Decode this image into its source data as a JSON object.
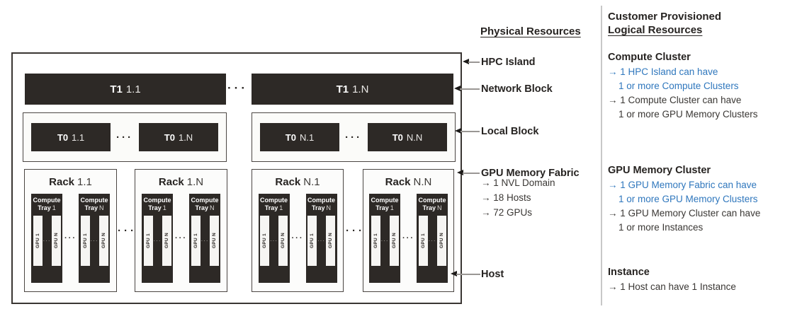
{
  "palette": {
    "box_dark": "#2d2926",
    "accent_blue": "#2f77bd",
    "text_dark": "#262321",
    "arrow_line_gray": "#9a9794",
    "divider_gray": "#c8c8c8",
    "rack_bg": "#fcfcfb"
  },
  "headings": {
    "physical": "Physical Resources",
    "logical_line1": "Customer Provisioned",
    "logical_line2": "Logical Resources"
  },
  "island": {
    "dots": "···",
    "t1": [
      {
        "prefix": "T1",
        "id": "1.1"
      },
      {
        "prefix": "T1",
        "id": "1.N"
      }
    ],
    "t0": [
      {
        "prefix": "T0",
        "id": "1.1"
      },
      {
        "prefix": "T0",
        "id": "1.N"
      },
      {
        "prefix": "T0",
        "id": "N.1"
      },
      {
        "prefix": "T0",
        "id": "N.N"
      }
    ],
    "racks": [
      {
        "prefix": "Rack",
        "id": "1.1"
      },
      {
        "prefix": "Rack",
        "id": "1.N"
      },
      {
        "prefix": "Rack",
        "id": "N.1"
      },
      {
        "prefix": "Rack",
        "id": "N.N"
      }
    ],
    "tray": {
      "line1": "Compute",
      "line2_prefix": "Tray",
      "tray1_id": "1",
      "trayN_id": "N",
      "gpu1": "GPU 1",
      "gpuN": "GPU N"
    }
  },
  "physical_labels": {
    "hpc_island": "HPC Island",
    "network_block": "Network Block",
    "local_block": "Local Block",
    "gpu_memory_fabric": "GPU Memory Fabric",
    "gpu_fabric_bullets": [
      "→ 1 NVL Domain",
      "→ 18 Hosts",
      "→ 72 GPUs"
    ],
    "host": "Host"
  },
  "logical": {
    "compute_cluster": {
      "title": "Compute Cluster",
      "lines": [
        {
          "text": "→ 1 HPC Island can have"
        },
        {
          "text": "1 or more Compute Clusters"
        },
        {
          "text": "→ 1 Compute Cluster can have"
        },
        {
          "text": "1 or more GPU Memory Clusters"
        }
      ]
    },
    "gpu_memory_cluster": {
      "title": "GPU Memory Cluster",
      "lines": [
        {
          "text": "→ 1 GPU Memory Fabric can have"
        },
        {
          "text": "1 or more GPU Memory Clusters"
        },
        {
          "text": "→ 1 GPU Memory Cluster can have"
        },
        {
          "text": "1 or more Instances"
        }
      ]
    },
    "instance": {
      "title": "Instance",
      "lines": [
        {
          "text": "→ 1 Host can have 1 Instance"
        }
      ]
    }
  }
}
